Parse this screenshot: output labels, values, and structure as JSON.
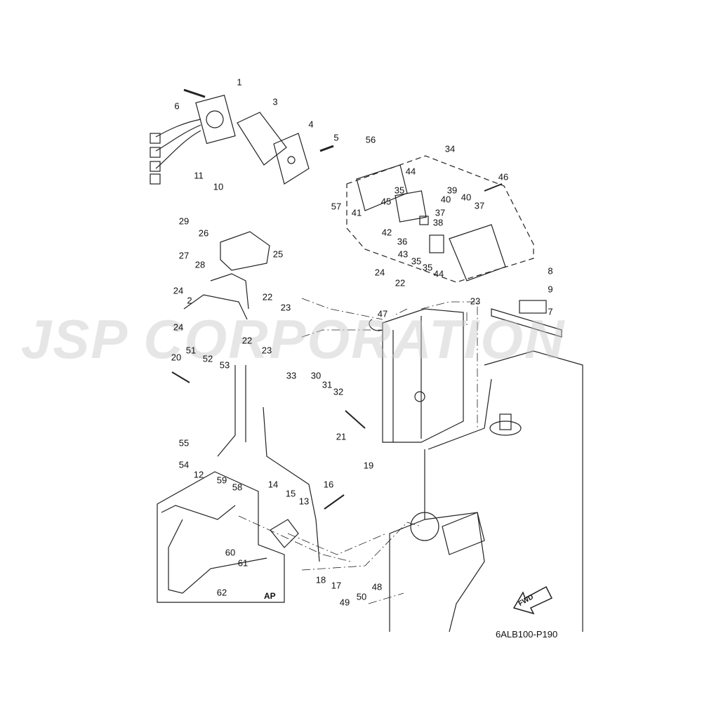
{
  "diagram_code": "6ALB100-P190",
  "watermark": "JSP CORPORATION",
  "direction_arrow": "FWD",
  "group_box_label": "AP",
  "callouts": [
    "1",
    "6",
    "3",
    "4",
    "5",
    "56",
    "34",
    "44",
    "46",
    "11",
    "10",
    "39",
    "40",
    "40",
    "37",
    "35",
    "45",
    "57",
    "41",
    "37",
    "38",
    "42",
    "36",
    "43",
    "35",
    "35",
    "44",
    "29",
    "26",
    "27",
    "25",
    "28",
    "24",
    "8",
    "9",
    "7",
    "24",
    "22",
    "22",
    "23",
    "2",
    "24",
    "47",
    "23",
    "22",
    "23",
    "51",
    "52",
    "53",
    "20",
    "33",
    "30",
    "31",
    "32",
    "21",
    "55",
    "54",
    "12",
    "19",
    "59",
    "58",
    "14",
    "15",
    "13",
    "16",
    "60",
    "61",
    "62",
    "18",
    "17",
    "48",
    "50",
    "49"
  ]
}
